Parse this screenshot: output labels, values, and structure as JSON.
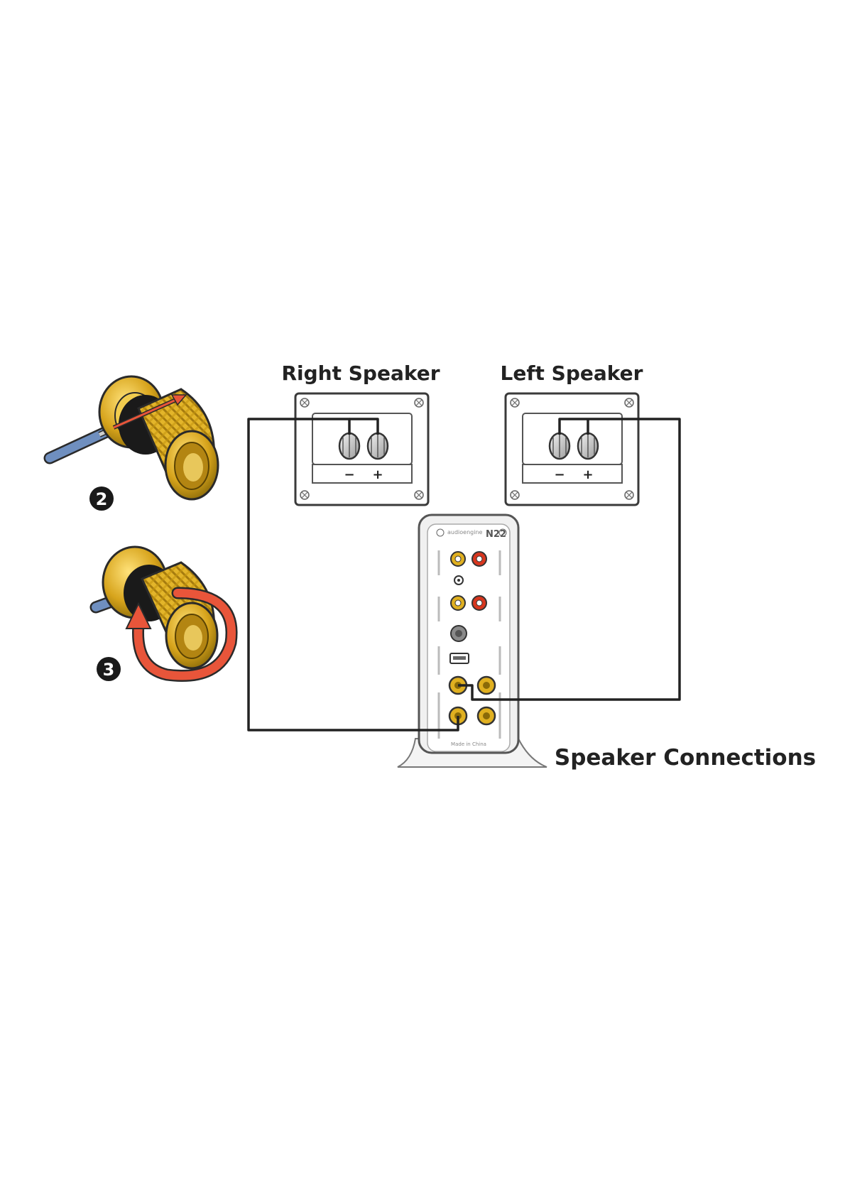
{
  "labels": {
    "right_speaker": "Right Speaker",
    "left_speaker": "Left Speaker",
    "caption": "Speaker Connections"
  },
  "steps": {
    "step2": "2",
    "step3": "3"
  },
  "terminals": {
    "minus": "−",
    "plus": "+"
  },
  "amplifier": {
    "brand": "audioengine",
    "model": "N22",
    "origin": "Made in China"
  },
  "colors": {
    "wire": "#222222",
    "gold": "#e0b020",
    "gold_dark": "#8a6a08",
    "arrow": "#e8553a",
    "wire_end": "#6f8fbf",
    "rca_red": "#d8361e"
  },
  "icons": [
    "binding-post-icon",
    "binding-post-turn-icon",
    "speaker-terminal-icon",
    "amplifier-back-icon"
  ]
}
